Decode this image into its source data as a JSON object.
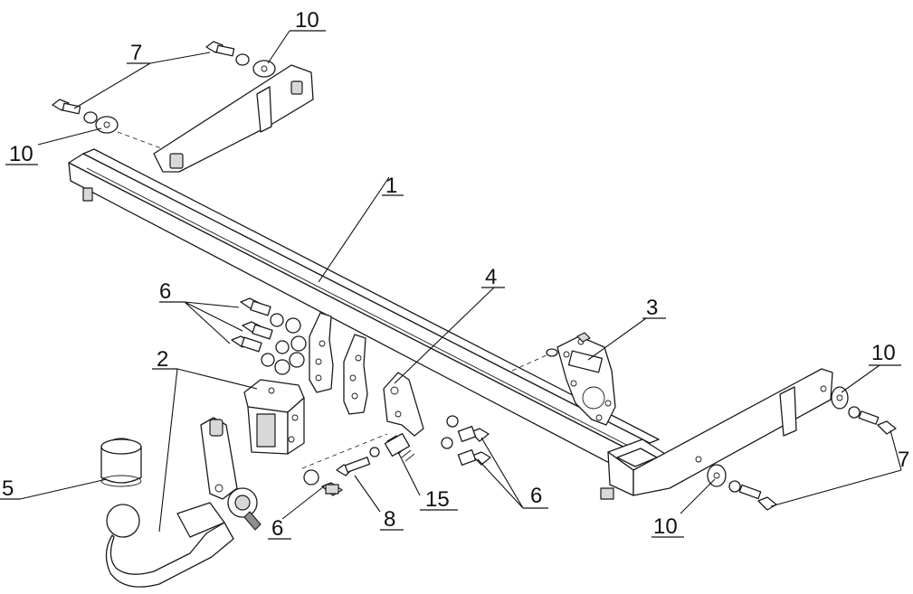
{
  "callouts": {
    "c1": "1",
    "c2": "2",
    "c3": "3",
    "c4": "4",
    "c5": "5",
    "c6a": "6",
    "c6b": "6",
    "c6c": "6",
    "c7a": "7",
    "c7b": "7",
    "c8": "8",
    "c10a": "10",
    "c10b": "10",
    "c10c": "10",
    "c10d": "10",
    "c15": "15"
  },
  "colors": {
    "line": "#1a1a1a",
    "shading": "#d8d8d8",
    "background": "#ffffff"
  }
}
